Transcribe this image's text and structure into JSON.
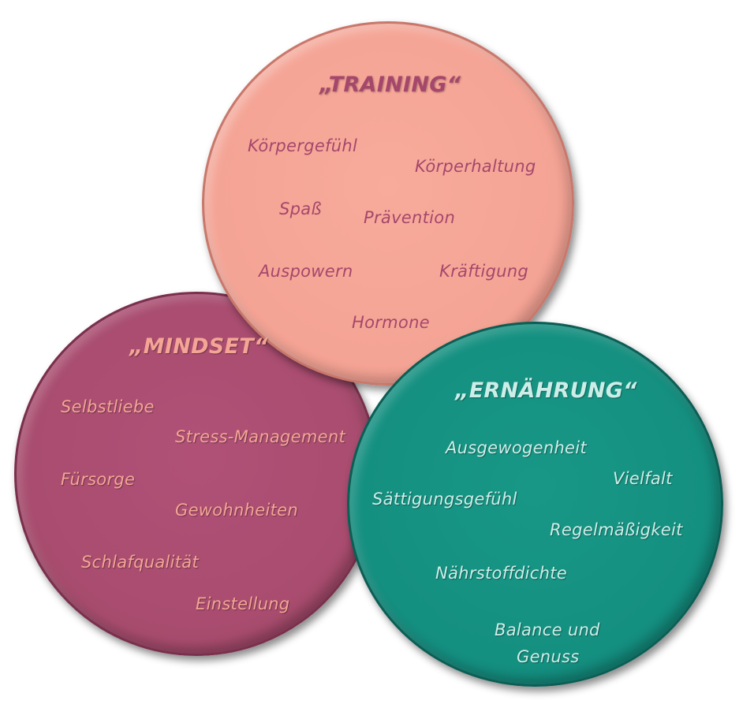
{
  "training": {
    "title": "„TRAINING“",
    "items": [
      "Körpergefühl",
      "Körperhaltung",
      "Spaß",
      "Prävention",
      "Auspowern",
      "Kräftigung",
      "Hormone"
    ],
    "color": "#f4a394"
  },
  "mindset": {
    "title": "„MINDSET“",
    "items": [
      "Selbstliebe",
      "Stress-Management",
      "Fürsorge",
      "Gewohnheiten",
      "Schlafqualität",
      "Einstellung"
    ],
    "color": "#a84c6e"
  },
  "ernaehrung": {
    "title": "„ERNÄHRUNG“",
    "items": [
      "Ausgewogenheit",
      "Vielfalt",
      "Sättigungsgefühl",
      "Regelmäßigkeit",
      "Nährstoffdichte",
      "Balance und",
      "Genuss"
    ],
    "color": "#148f80"
  }
}
